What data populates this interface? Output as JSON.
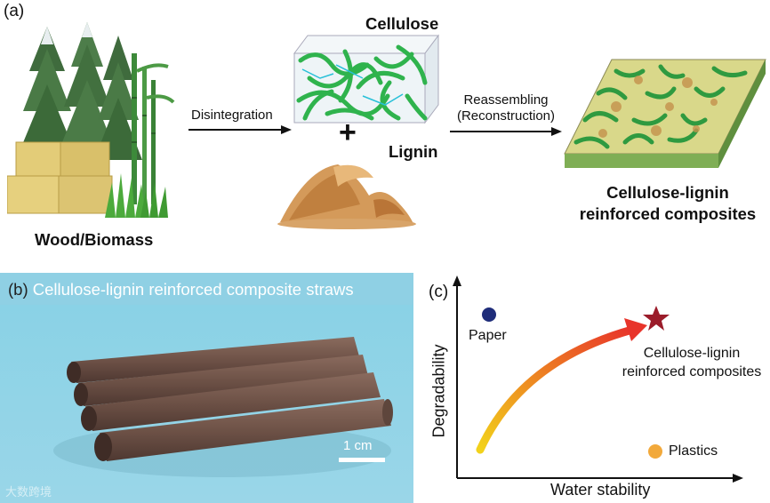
{
  "panel_a": {
    "letter": "(a)",
    "source_label": "Wood/Biomass",
    "step1_label": "Disintegration",
    "cellulose_label": "Cellulose",
    "plus": "+",
    "lignin_label": "Lignin",
    "step2_line1": "Reassembling",
    "step2_line2": "(Reconstruction)",
    "product_line1": "Cellulose-lignin",
    "product_line2": "reinforced composites"
  },
  "panel_b": {
    "letter": "(b)",
    "caption": "Cellulose-lignin reinforced composite straws",
    "scale_label": "1 cm",
    "watermark": "大数跨境"
  },
  "panel_c": {
    "letter": "(c)",
    "x_axis_label": "Water stability",
    "y_axis_label": "Degradability",
    "points": [
      {
        "label": "Paper",
        "color": "#1f2d7a"
      },
      {
        "label": "Plastics",
        "color": "#f2a93b"
      }
    ],
    "target_line1": "Cellulose-lignin",
    "target_line2": "reinforced composites",
    "target_color": "#9b1c2a",
    "arrow_gradient": [
      "#f2d21b",
      "#e8342a"
    ]
  }
}
